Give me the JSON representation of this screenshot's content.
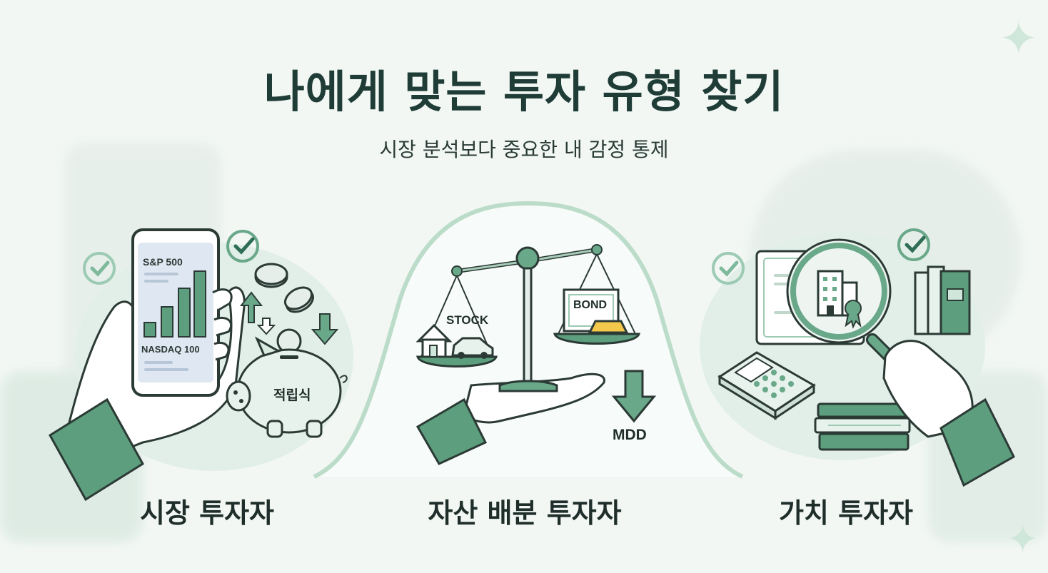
{
  "header": {
    "title": "나에게 맞는 투자 유형 찾기",
    "subtitle": "시장 분석보다 중요한 내 감정 통제"
  },
  "cards": [
    {
      "label": "시장 투자자",
      "icons": [
        "smartphone-icon",
        "bar-chart-icon",
        "hand-icon",
        "coin-icon",
        "piggy-bank-icon",
        "arrows-icon",
        "check-icon"
      ],
      "phone_title": "S&P 500",
      "phone_subtitle": "NASDAQ 100",
      "piggy_text": "적립식"
    },
    {
      "label": "자산 배분 투자자",
      "icons": [
        "scale-icon",
        "house-icon",
        "car-icon",
        "gold-bar-icon",
        "hand-icon",
        "down-arrow-icon"
      ],
      "left_pan": "STOCK",
      "right_pan": "BOND",
      "arrow_text": "MDD"
    },
    {
      "label": "가치 투자자",
      "icons": [
        "magnifier-icon",
        "building-icon",
        "certificate-icon",
        "books-icon",
        "calculator-icon",
        "hand-icon",
        "check-icon"
      ]
    }
  ],
  "colors": {
    "accent": "#4f9a78",
    "accent_dark": "#2f6e56",
    "accent_light": "#cfe6da",
    "background": "#f2f7f4",
    "text": "#1f3d36"
  }
}
